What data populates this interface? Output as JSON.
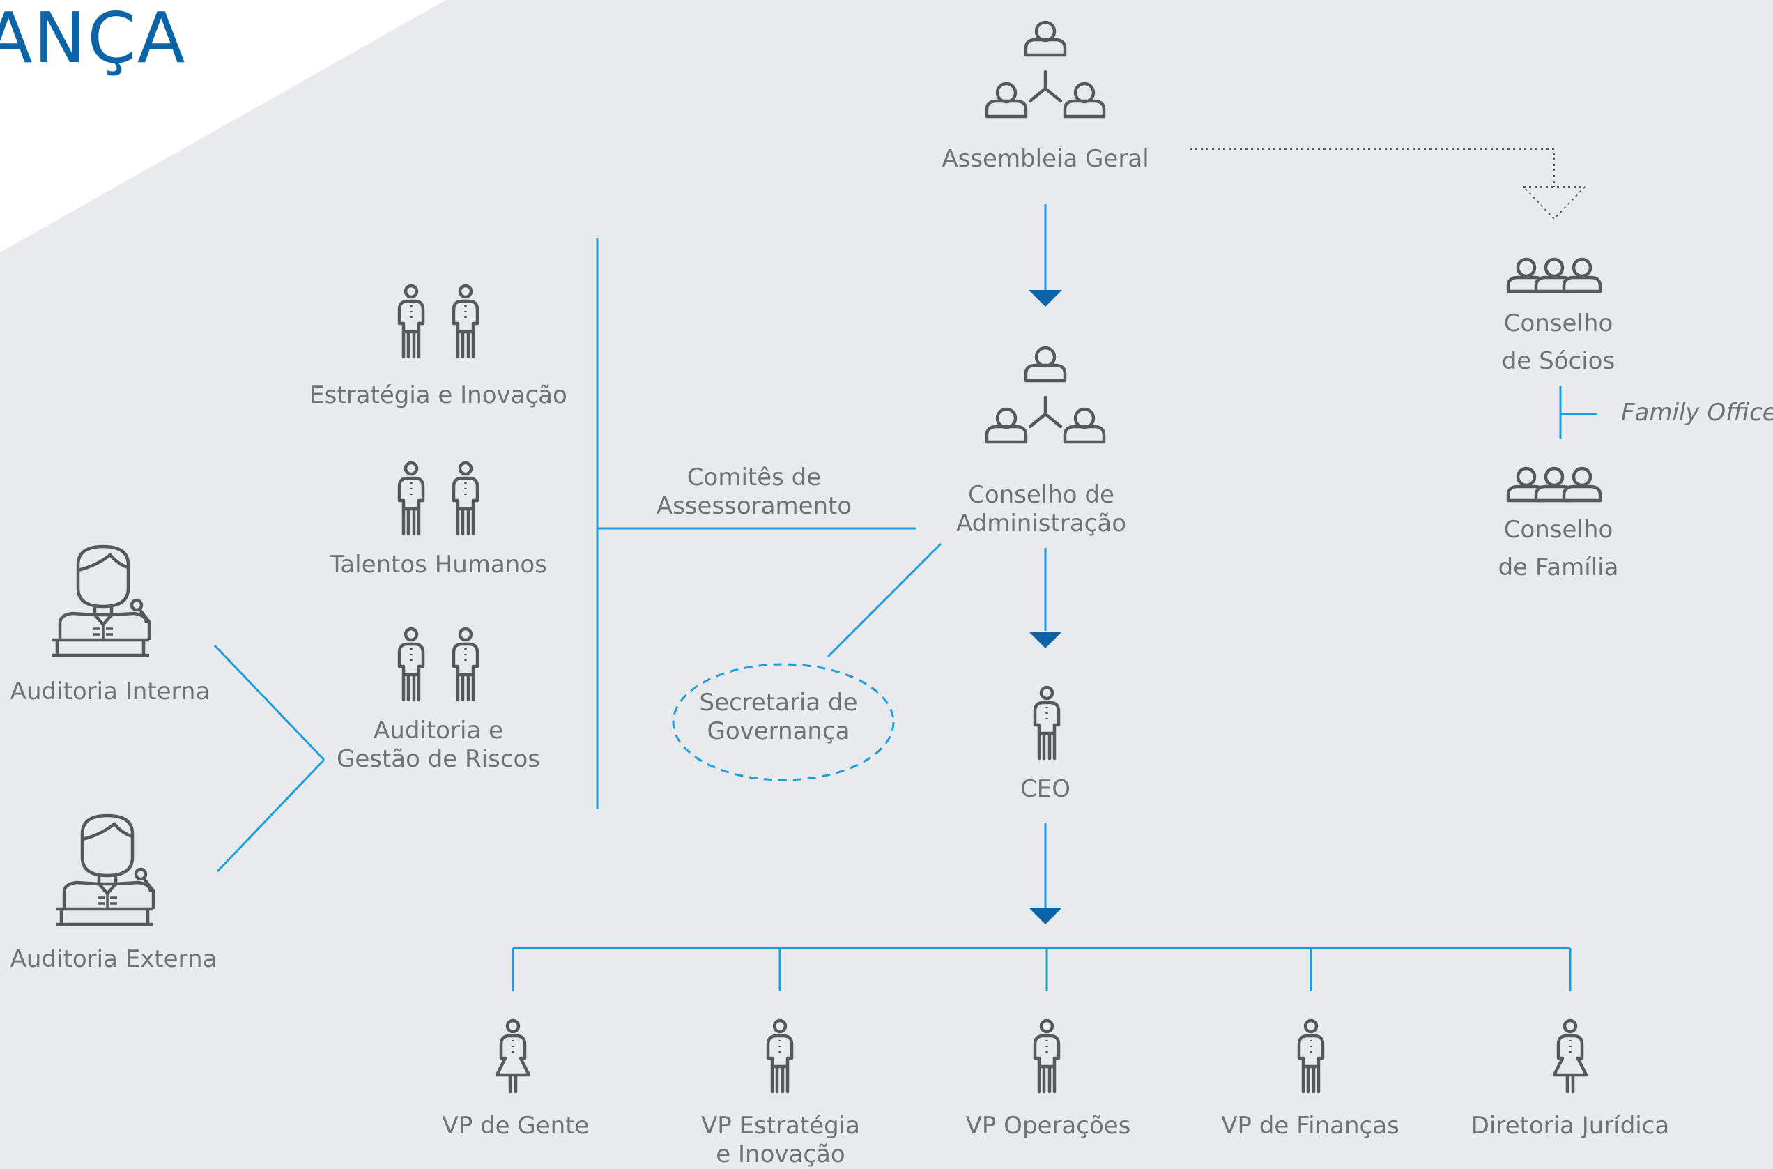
{
  "header": {
    "title": "ANÇA",
    "accent_color": "#0b63a8",
    "line_color": "#1a9ee0",
    "icon_color": "#56585c"
  },
  "nodes": {
    "assembleia_geral": "Assembleia Geral",
    "conselho_socios": [
      "Conselho",
      "de Sócios"
    ],
    "family_office": "Family Office",
    "conselho_familia": [
      "Conselho",
      "de Família"
    ],
    "conselho_administracao": [
      "Conselho de",
      "Administração"
    ],
    "ceo": "CEO",
    "comites": [
      "Comitês de",
      "Assessoramento"
    ],
    "secretaria": [
      "Secretaria de",
      "Governança"
    ],
    "estrategia_inovacao": "Estratégia e Inovação",
    "talentos_humanos": "Talentos Humanos",
    "auditoria_riscos": [
      "Auditoria e",
      "Gestão de Riscos"
    ],
    "auditoria_interna": "Auditoria Interna",
    "auditoria_externa": "Auditoria Externa",
    "vp_gente": "VP de Gente",
    "vp_estrategia": [
      "VP Estratégia",
      "e Inovação"
    ],
    "vp_operacoes": "VP Operações",
    "vp_financas": "VP de Finanças",
    "diretoria_juridica": "Diretoria Jurídica"
  },
  "icons": {
    "group": "group-hierarchy-icon",
    "council": "three-people-icon",
    "person_male": "person-icon",
    "person_female": "person-female-icon",
    "speaker": "speaker-podium-icon"
  }
}
